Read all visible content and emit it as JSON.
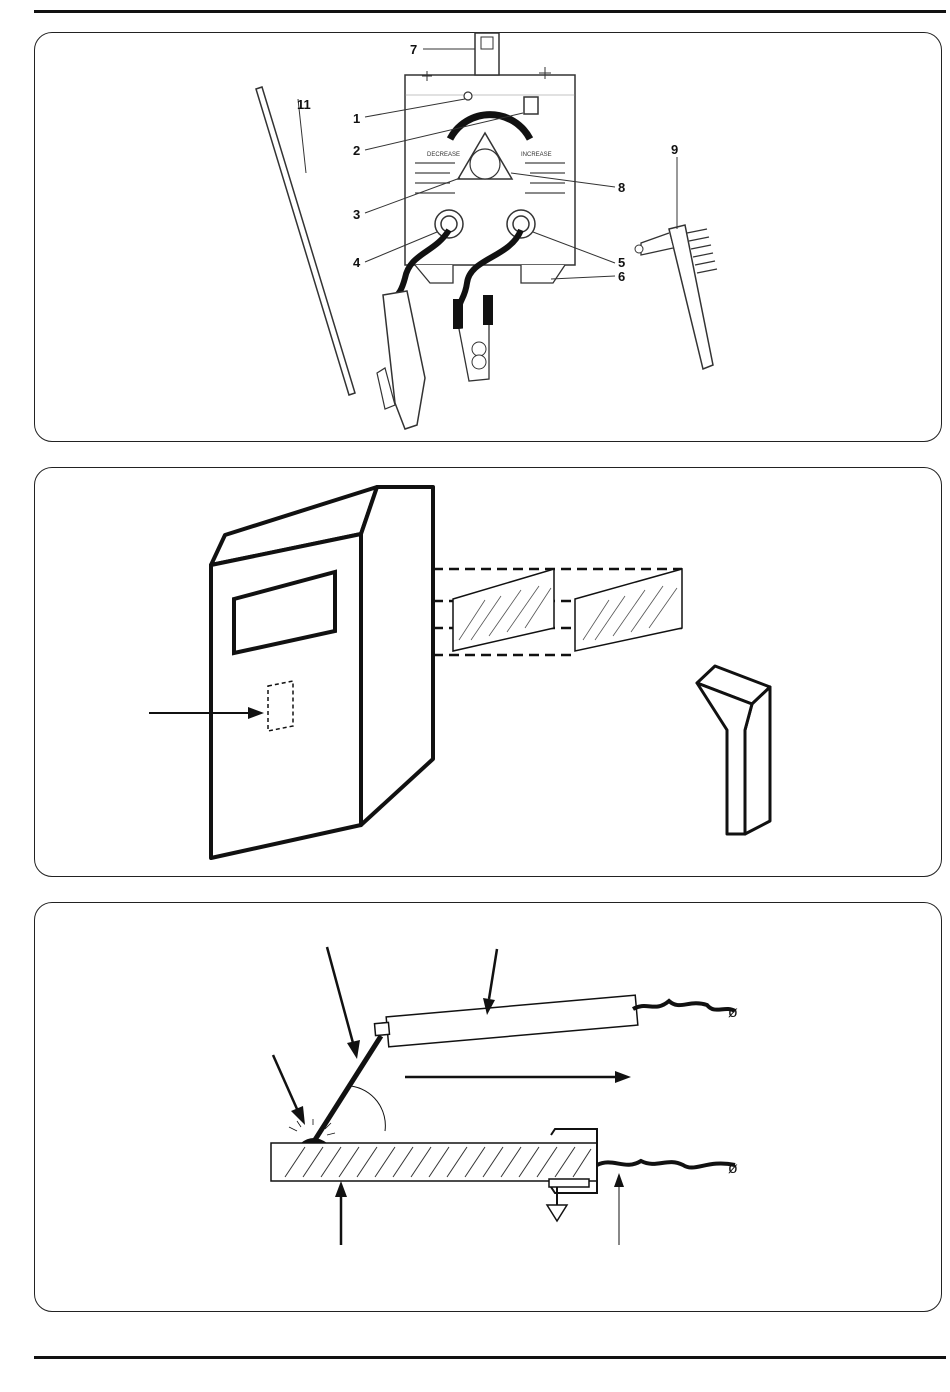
{
  "figure1": {
    "callouts": [
      "1",
      "2",
      "3",
      "4",
      "5",
      "6",
      "7",
      "8",
      "9",
      "11"
    ],
    "dial_left": "DECREASE",
    "dial_right": "INCREASE"
  },
  "figure3": {
    "cable_end_symbol_top": "ø",
    "cable_end_symbol_bottom": "ø"
  }
}
